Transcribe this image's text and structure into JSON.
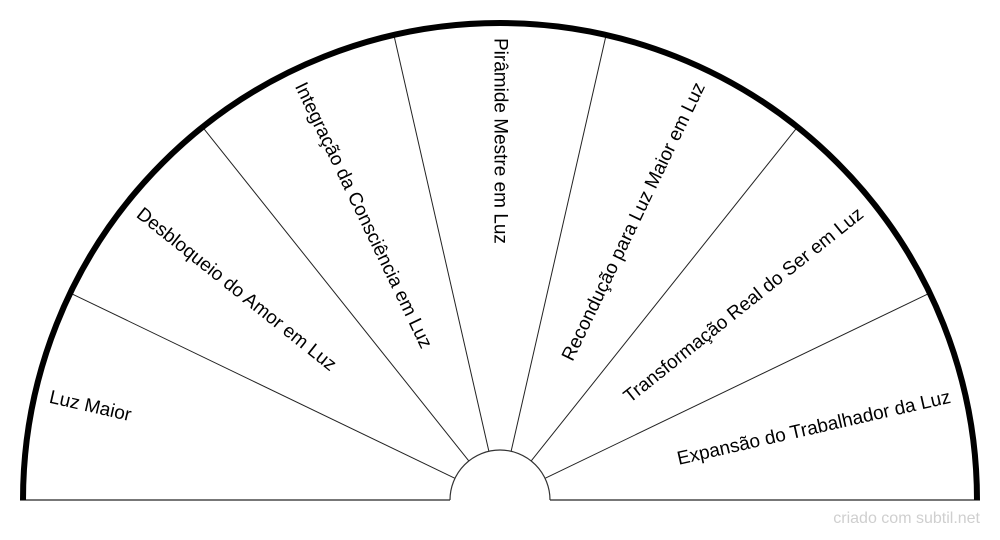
{
  "segments": [
    {
      "label": "Luz Maior"
    },
    {
      "label": "Desbloqueio do Amor em Luz"
    },
    {
      "label": "Integração da Consciência em Luz"
    },
    {
      "label": "Pirâmide Mestre em Luz"
    },
    {
      "label": "Recondução para Luz Maior em Luz"
    },
    {
      "label": "Transformação Real do Ser em Luz"
    },
    {
      "label": "Expansão do Trabalhador da Luz"
    }
  ],
  "watermark": "criado com subtil.net"
}
